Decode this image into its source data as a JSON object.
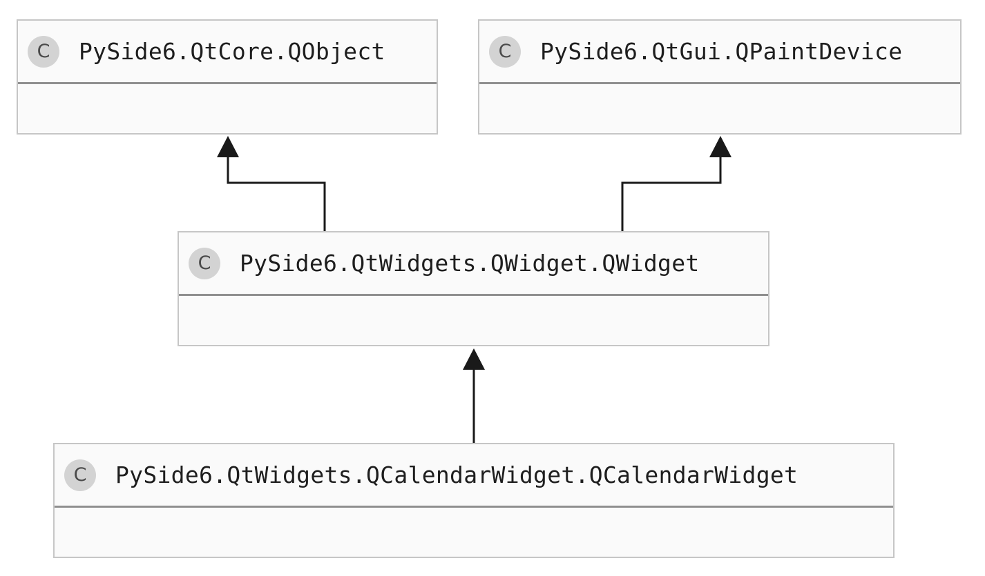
{
  "diagram": {
    "classes": {
      "qobject": {
        "name": "PySide6.QtCore.QObject",
        "icon": "class-icon",
        "icon_letter": "C"
      },
      "qpaintdevice": {
        "name": "PySide6.QtGui.QPaintDevice",
        "icon": "class-icon",
        "icon_letter": "C"
      },
      "qwidget": {
        "name": "PySide6.QtWidgets.QWidget.QWidget",
        "icon": "class-icon",
        "icon_letter": "C"
      },
      "qcalendarwidget": {
        "name": "PySide6.QtWidgets.QCalendarWidget.QCalendarWidget",
        "icon": "class-icon",
        "icon_letter": "C"
      }
    },
    "inheritance": [
      {
        "from": "PySide6.QtWidgets.QWidget.QWidget",
        "to": "PySide6.QtCore.QObject"
      },
      {
        "from": "PySide6.QtWidgets.QWidget.QWidget",
        "to": "PySide6.QtGui.QPaintDevice"
      },
      {
        "from": "PySide6.QtWidgets.QCalendarWidget.QCalendarWidget",
        "to": "PySide6.QtWidgets.QWidget.QWidget"
      }
    ],
    "colors": {
      "line": "#1a1a1a",
      "box_fill": "#fafafa",
      "box_border": "#c6c6c6",
      "divider": "#8f8f8f",
      "icon_fill": "#d3d3d3"
    }
  }
}
